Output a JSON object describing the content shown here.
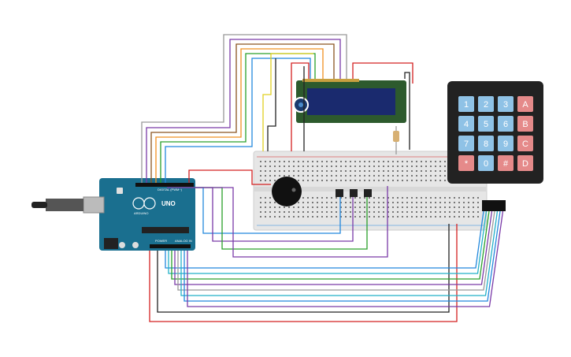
{
  "circuit": {
    "board_label": "UNO",
    "board_sublabel": "ARDUINO",
    "header_digital": "DIGITAL (PWM~)",
    "header_power": "POWER",
    "header_analog": "ANALOG IN",
    "keypad_keys": [
      "1",
      "2",
      "3",
      "A",
      "4",
      "5",
      "6",
      "B",
      "7",
      "8",
      "9",
      "C",
      "*",
      "0",
      "#",
      "D"
    ],
    "colors": {
      "board": "#1a6f8f",
      "breadboard": "#e6e6e6",
      "lcd_frame": "#2d5a2d",
      "lcd_screen": "#1a2a6e",
      "keypad_body": "#222222",
      "key_blue": "#8fc2e6",
      "key_red": "#e58a8a",
      "wire_red": "#d42020",
      "wire_black": "#222222",
      "wire_green": "#2aa02a",
      "wire_blue": "#2288dd",
      "wire_purple": "#7a3aa8",
      "wire_orange": "#f09020",
      "wire_yellow": "#e0d020",
      "wire_gray": "#999999",
      "wire_cyan": "#22b0c8",
      "wire_brown": "#8a5520"
    }
  }
}
